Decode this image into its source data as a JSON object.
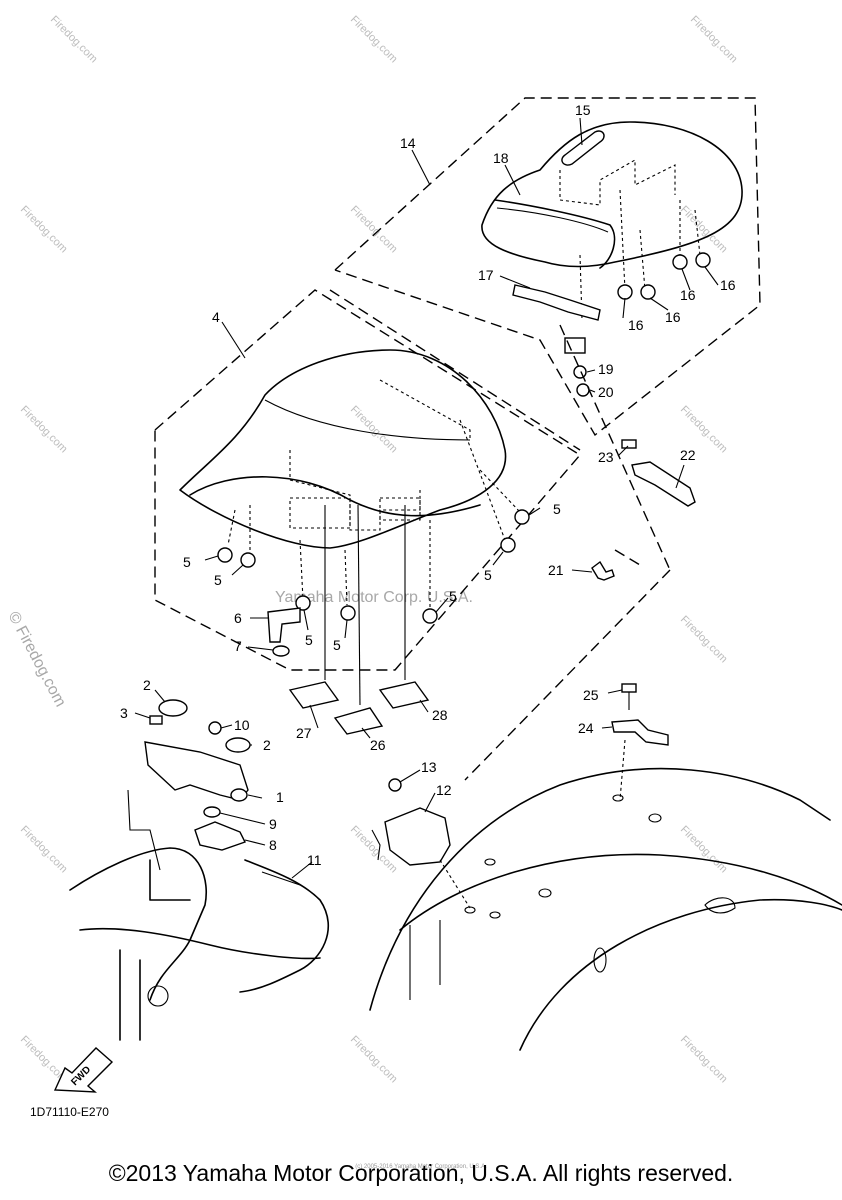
{
  "diagram": {
    "code": "1D71110-E270",
    "fwd_label": "FWD",
    "center_watermark": "Yamaha Motor Corp. U.S.A.",
    "side_watermark": "© Firedog.com",
    "tile_watermark": "Firedog.com",
    "copyright": "©2013 Yamaha Motor Corporation, U.S.A. All rights reserved.",
    "fineprint": "(c) 2005-2016 Yamaha Motor Corporation, U.S.A."
  },
  "callouts": {
    "c1": "1",
    "c2a": "2",
    "c2b": "2",
    "c3": "3",
    "c4": "4",
    "c5a": "5",
    "c5b": "5",
    "c5c": "5",
    "c5d": "5",
    "c5e": "5",
    "c5f": "5",
    "c5g": "5",
    "c6": "6",
    "c7": "7",
    "c8": "8",
    "c9": "9",
    "c10": "10",
    "c11": "11",
    "c12": "12",
    "c13": "13",
    "c14": "14",
    "c15": "15",
    "c16a": "16",
    "c16b": "16",
    "c16c": "16",
    "c16d": "16",
    "c17": "17",
    "c18": "18",
    "c19": "19",
    "c20": "20",
    "c21": "21",
    "c22": "22",
    "c23": "23",
    "c24": "24",
    "c25": "25",
    "c26": "26",
    "c27": "27",
    "c28": "28"
  }
}
